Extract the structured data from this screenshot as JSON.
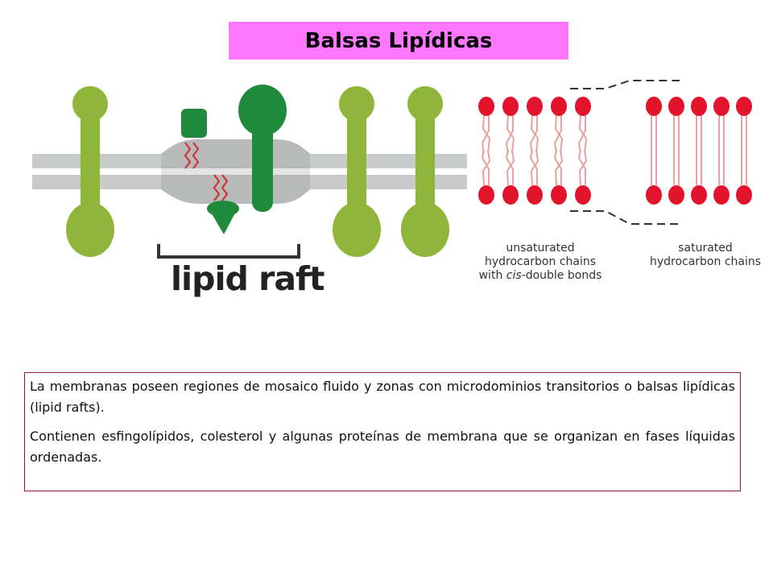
{
  "title": "Balsas Lipídicas",
  "diagram": {
    "raft_label": "lipid raft",
    "unsaturated_caption_1": "unsaturated",
    "unsaturated_caption_2": "hydrocarbon chains",
    "unsaturated_caption_3a": "with ",
    "unsaturated_caption_3b": "cis",
    "unsaturated_caption_3c": "-double bonds",
    "saturated_caption_1": "saturated",
    "saturated_caption_2": "hydrocarbon chains"
  },
  "description": {
    "paragraph_1": "La membranas poseen regiones de mosaico fluido y zonas con  microdominios transitorios o balsas lipídicas (lipid rafts).",
    "paragraph_2": "Contienen  esfingolípidos, colesterol y algunas proteínas de membrana que se organizan en fases líquidas ordenadas."
  },
  "colors": {
    "title_background": "#ff77ff",
    "lipid_green_light": "#8fb53a",
    "raft_green_dark": "#1f8a3c",
    "phospholipid_head_red": "#e3132b",
    "membrane_gray": "#c9cbcb",
    "text_box_border": "#8b1a4a"
  }
}
